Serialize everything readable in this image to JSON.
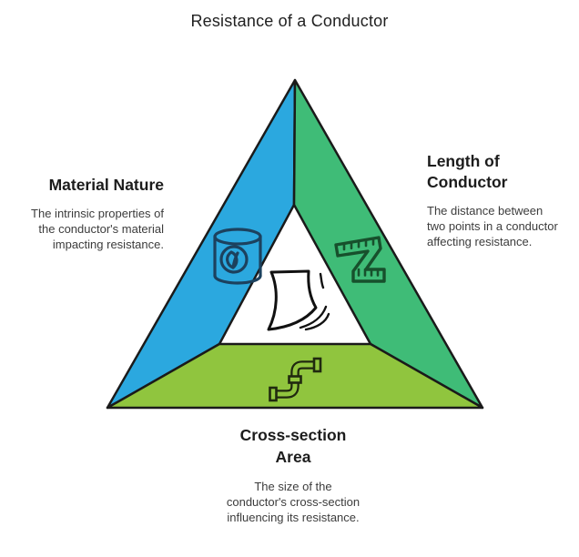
{
  "title": "Resistance of a Conductor",
  "colors": {
    "material_fill": "#2BA8DF",
    "length_fill": "#3FBC77",
    "cross_section_fill": "#90C53E",
    "triangle_outline": "#1A1A1A",
    "material_icon_stroke": "#1C415E",
    "length_icon_stroke": "#17502C",
    "cross_section_icon_stroke": "#20290FFF",
    "center_icon_stroke": "#111111"
  },
  "sections": {
    "material": {
      "label": "Material Nature",
      "description": "The intrinsic properties of the conductor's material impacting resistance.",
      "icon": "material-cylinder-leaf-icon"
    },
    "length": {
      "label": "Length of Conductor",
      "description": "The distance between two points in a conductor affecting resistance.",
      "icon": "measuring-tape-icon"
    },
    "cross_section": {
      "label": "Cross-section Area",
      "description": "The size of the conductor's cross-section influencing its resistance.",
      "icon": "pipe-icon"
    }
  },
  "center_icon": "flexible-sheet-icon"
}
